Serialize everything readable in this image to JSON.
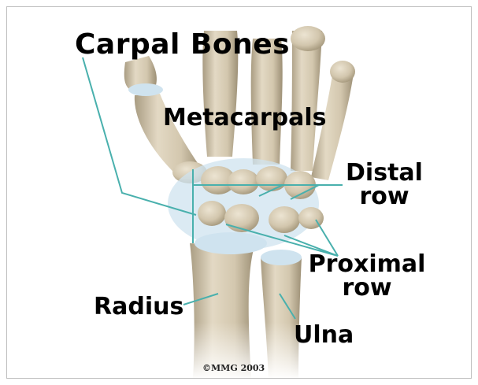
{
  "diagram": {
    "title": "Carpal Bones",
    "labels": {
      "metacarpals": "Metacarpals",
      "distal_line1": "Distal",
      "distal_line2": "row",
      "proximal_line1": "Proximal",
      "proximal_line2": "row",
      "radius": "Radius",
      "ulna": "Ulna"
    },
    "credit": "©MMG 2003",
    "colors": {
      "bone": "#d8cdb6",
      "bone_shadow": "#a99c82",
      "cartilage": "#cfe3ef",
      "leader_line": "#49b0ad"
    }
  }
}
